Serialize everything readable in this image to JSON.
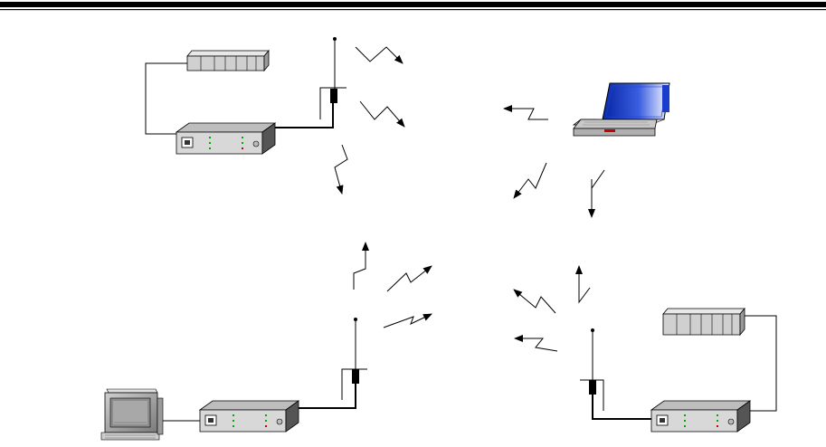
{
  "diagram": {
    "description_visible_text": [],
    "colors": {
      "line": "#000000",
      "device_face": "#555555",
      "device_top": "#bdbdbd",
      "device_front": "#d8d8d8",
      "screen_blue": "#1a3dcc",
      "led_green": "#00aa00",
      "led_red": "#cc0000"
    },
    "nodes": [
      {
        "id": "plc-top-left",
        "kind": "plc-module-icon"
      },
      {
        "id": "radio-modem-top-left",
        "kind": "radio-modem-icon"
      },
      {
        "id": "antenna-top-left",
        "kind": "antenna-icon"
      },
      {
        "id": "laptop-right",
        "kind": "laptop-icon"
      },
      {
        "id": "antenna-bottom-center",
        "kind": "antenna-icon"
      },
      {
        "id": "radio-modem-bottom-center",
        "kind": "radio-modem-icon"
      },
      {
        "id": "pc-bottom-left",
        "kind": "desktop-pc-icon"
      },
      {
        "id": "antenna-bottom-right",
        "kind": "antenna-icon"
      },
      {
        "id": "radio-modem-bottom-right",
        "kind": "radio-modem-icon"
      },
      {
        "id": "plc-bottom-right",
        "kind": "plc-module-icon"
      }
    ],
    "wireless_links": 13
  }
}
